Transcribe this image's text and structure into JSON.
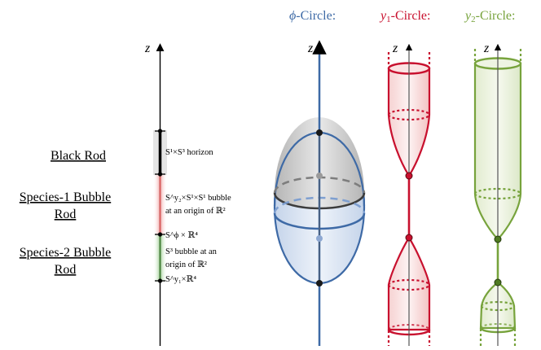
{
  "axis_label": "z",
  "rod_names": {
    "black": "Black Rod",
    "species1_line1": "Species-1 Bubble",
    "species1_line2": "Rod",
    "species2_line1": "Species-2 Bubble",
    "species2_line2": "Rod"
  },
  "annotations": {
    "horizon": "S¹×S³  horizon",
    "bubble1_line1": "S^y₂×S¹×S¹ bubble",
    "bubble1_line2": "at an origin of ℝ²",
    "sphi": "S^ϕ × ℝ⁴",
    "s3_line1": "S³ bubble at an",
    "s3_line2": "origin of ℝ²",
    "sy1": "S^y₁×ℝ⁴"
  },
  "circles": [
    {
      "symbol": "ϕ",
      "suffix": "-Circle:"
    },
    {
      "symbol": "y",
      "sub": "1",
      "suffix": "-Circle:"
    },
    {
      "symbol": "y",
      "sub": "2",
      "suffix": "-Circle:"
    }
  ],
  "colors": {
    "phi": "#3e6aa6",
    "y1": "#c8102e",
    "y2": "#77a33c",
    "black_rod": "#000000",
    "species1_rod": "#e05a5a",
    "species2_rod": "#5a9a4a"
  }
}
